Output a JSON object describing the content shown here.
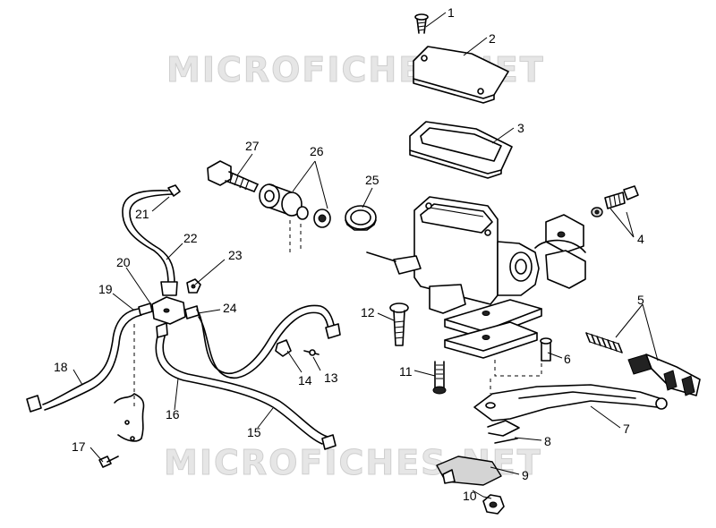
{
  "watermark": "MICROFICHES.NET",
  "callouts": [
    "1",
    "2",
    "3",
    "4",
    "5",
    "6",
    "7",
    "8",
    "9",
    "10",
    "11",
    "12",
    "13",
    "14",
    "15",
    "16",
    "17",
    "18",
    "19",
    "20",
    "21",
    "22",
    "23",
    "24",
    "25",
    "26",
    "27"
  ]
}
